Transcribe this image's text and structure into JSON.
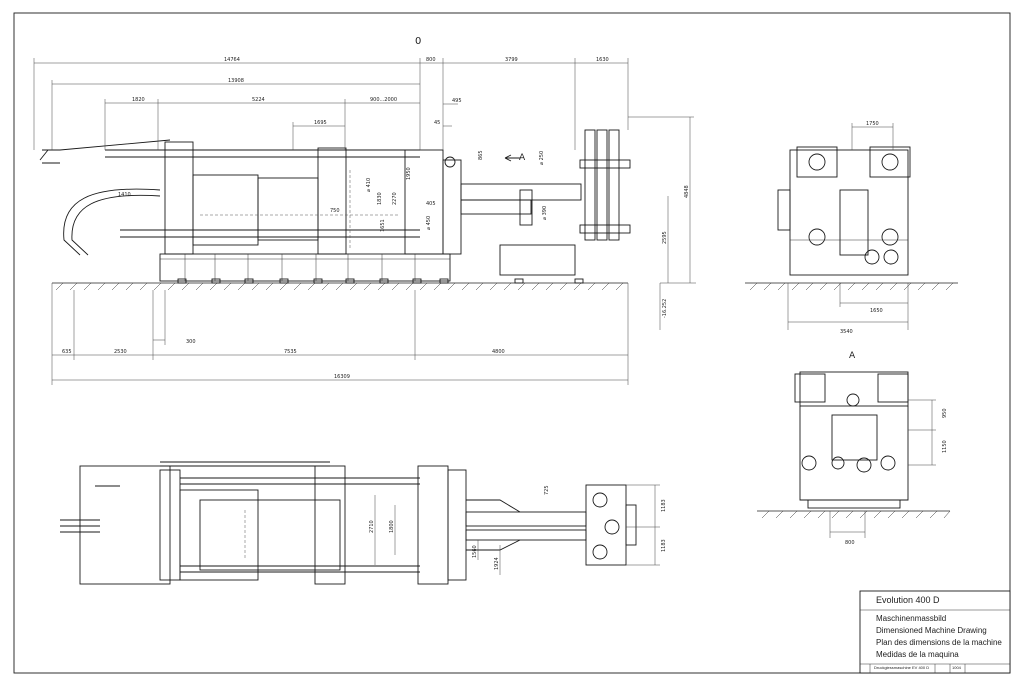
{
  "drawing": {
    "view_marker_top": "0",
    "view_marker_a_arrow": "A",
    "view_marker_a_section": "A"
  },
  "dimensions_side": {
    "overall_top": "14764",
    "d800": "800",
    "d3799": "3799",
    "d1630": "1630",
    "d13908": "13908",
    "d1820": "1820",
    "d5224": "5224",
    "d900_2000": "900...2000",
    "d495": "495",
    "d1695": "1695",
    "d45": "45",
    "d865": "865",
    "d250": "⌀ 250",
    "d1950": "1950",
    "d410": "⌀ 410",
    "d1830": "1830",
    "d2270": "2270",
    "d1410": "1410",
    "d405": "405",
    "d750": "750",
    "d1651": "1651",
    "d1450": "⌀ 450",
    "d390": "⌀ 390",
    "d4848": "4848",
    "d2595": "2595",
    "d_minus": "-16.252",
    "b635": "635",
    "b2530": "2530",
    "b300": "300",
    "b7535": "7535",
    "b4800": "4800",
    "overall_bottom": "16309"
  },
  "dimensions_end": {
    "d1750": "1750",
    "d1650": "1650",
    "d3540": "3540"
  },
  "dimensions_section": {
    "d950": "950",
    "d1150": "1150",
    "d800": "800"
  },
  "dimensions_plan": {
    "d2710": "2710",
    "d1800": "1800",
    "d1560": "1560",
    "d1924": "1924",
    "d725": "725",
    "d1183a": "1183",
    "d1183b": "1183"
  },
  "title_block": {
    "model": "Evolution 400 D",
    "title_de": "Maschinenmassbild",
    "title_en": "Dimensioned Machine Drawing",
    "title_fr": "Plan des dimensions de la machine",
    "title_es": "Medidas de la maquina",
    "footer_left": "Druckgiessmaschine EV 400 D",
    "footer_right": "1004"
  }
}
